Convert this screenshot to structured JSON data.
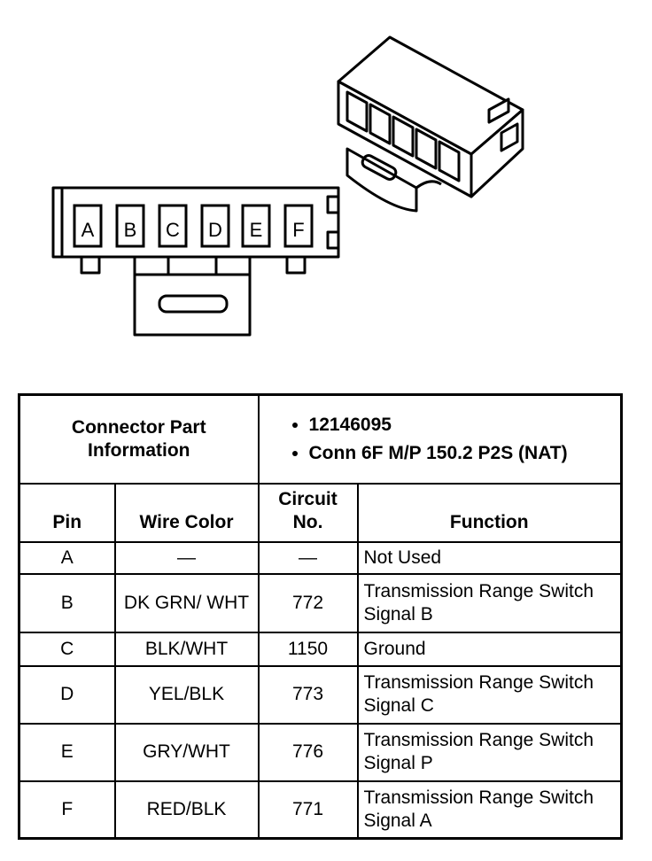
{
  "connector_face": {
    "pin_labels": [
      "A",
      "B",
      "C",
      "D",
      "E",
      "F"
    ]
  },
  "table": {
    "part_info_label": "Connector Part Information",
    "part_numbers": [
      "12146095",
      "Conn 6F M/P 150.2 P2S (NAT)"
    ],
    "columns": {
      "pin": "Pin",
      "wire_color": "Wire Color",
      "circuit_no_line1": "Circuit",
      "circuit_no_line2": "No.",
      "function": "Function"
    },
    "rows": [
      {
        "pin": "A",
        "wire_color": "—",
        "circuit": "—",
        "function": "Not Used"
      },
      {
        "pin": "B",
        "wire_color": "DK GRN/ WHT",
        "circuit": "772",
        "function": "Transmission Range Switch Signal B"
      },
      {
        "pin": "C",
        "wire_color": "BLK/WHT",
        "circuit": "1150",
        "function": "Ground"
      },
      {
        "pin": "D",
        "wire_color": "YEL/BLK",
        "circuit": "773",
        "function": "Transmission Range Switch Signal C"
      },
      {
        "pin": "E",
        "wire_color": "GRY/WHT",
        "circuit": "776",
        "function": "Transmission Range Switch Signal P"
      },
      {
        "pin": "F",
        "wire_color": "RED/BLK",
        "circuit": "771",
        "function": "Transmission Range Switch Signal A"
      }
    ]
  }
}
